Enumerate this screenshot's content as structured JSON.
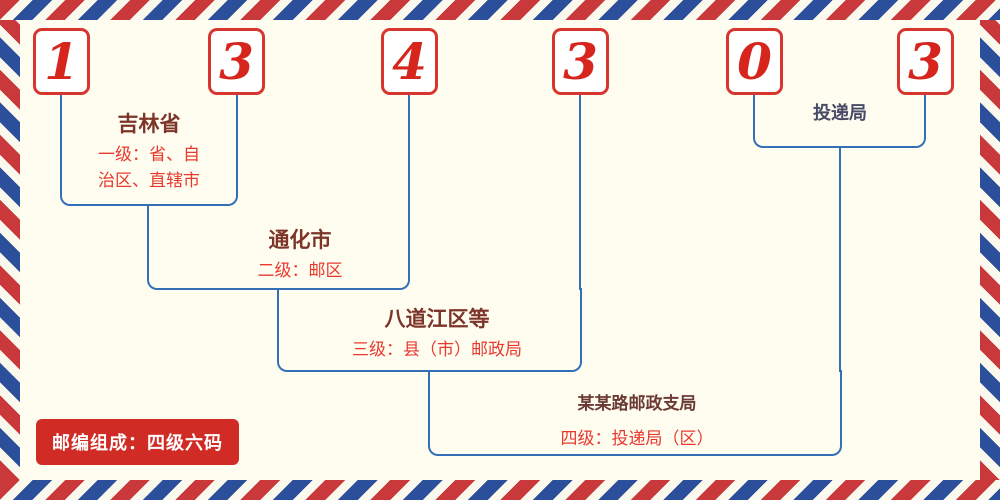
{
  "postal": {
    "digits": [
      "1",
      "3",
      "4",
      "3",
      "0",
      "3"
    ]
  },
  "labels": {
    "level1": {
      "title": "吉林省",
      "desc": "一级：省、自治区、直辖市"
    },
    "level2": {
      "title": "通化市",
      "desc": "二级：邮区"
    },
    "level3": {
      "title": "八道江区等",
      "desc": "三级：县（市）邮政局"
    },
    "level4": {
      "title": "某某路邮政支局",
      "desc": "四级：投递局（区）"
    },
    "delivery": {
      "title": "投递局"
    }
  },
  "footer": {
    "badge": "邮编组成：四级六码"
  },
  "colors": {
    "digit_red": "#d6251d",
    "box_border_red": "#d6362e",
    "line_blue": "#3470b8",
    "title_dark_red": "#7d352a",
    "desc_red": "#e8392f",
    "badge_red": "#d02b24",
    "stripe_red": "#c9393c",
    "stripe_blue": "#2c4f9c",
    "background": "#fffdf0"
  }
}
